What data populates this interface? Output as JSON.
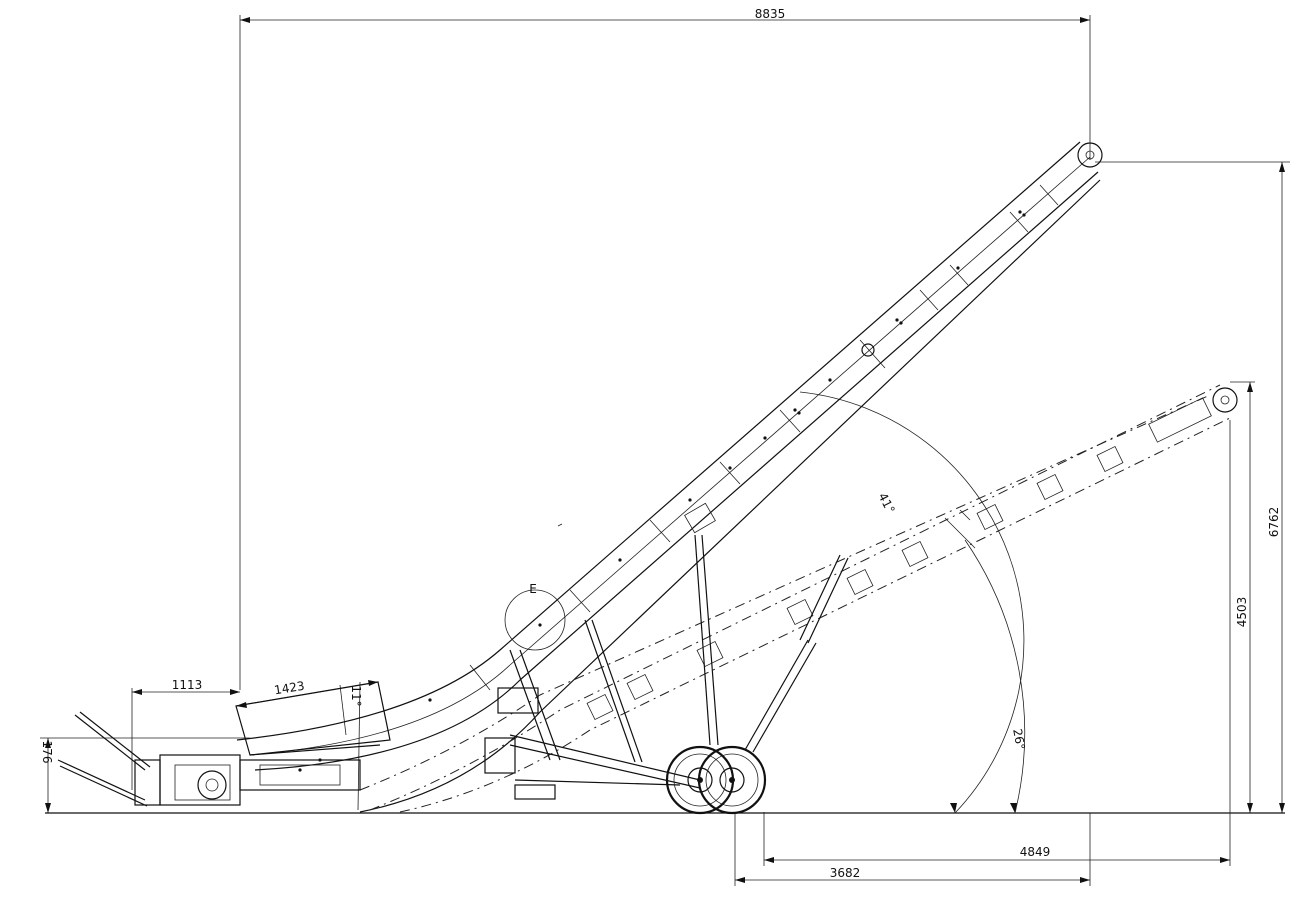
{
  "drawing": {
    "dimensions": {
      "overall_length": "8835",
      "max_height": "6762",
      "lower_height": "4503",
      "horizontal_reach": "4849",
      "wheel_to_end": "3682",
      "hopper_offset": "1113",
      "hopper_length": "1423",
      "inlet_height": "176"
    },
    "angles": {
      "raised_angle": "41°",
      "lowered_angle": "26°",
      "hopper_angle": "11°"
    },
    "labels": {
      "detail_marker": "E"
    }
  }
}
